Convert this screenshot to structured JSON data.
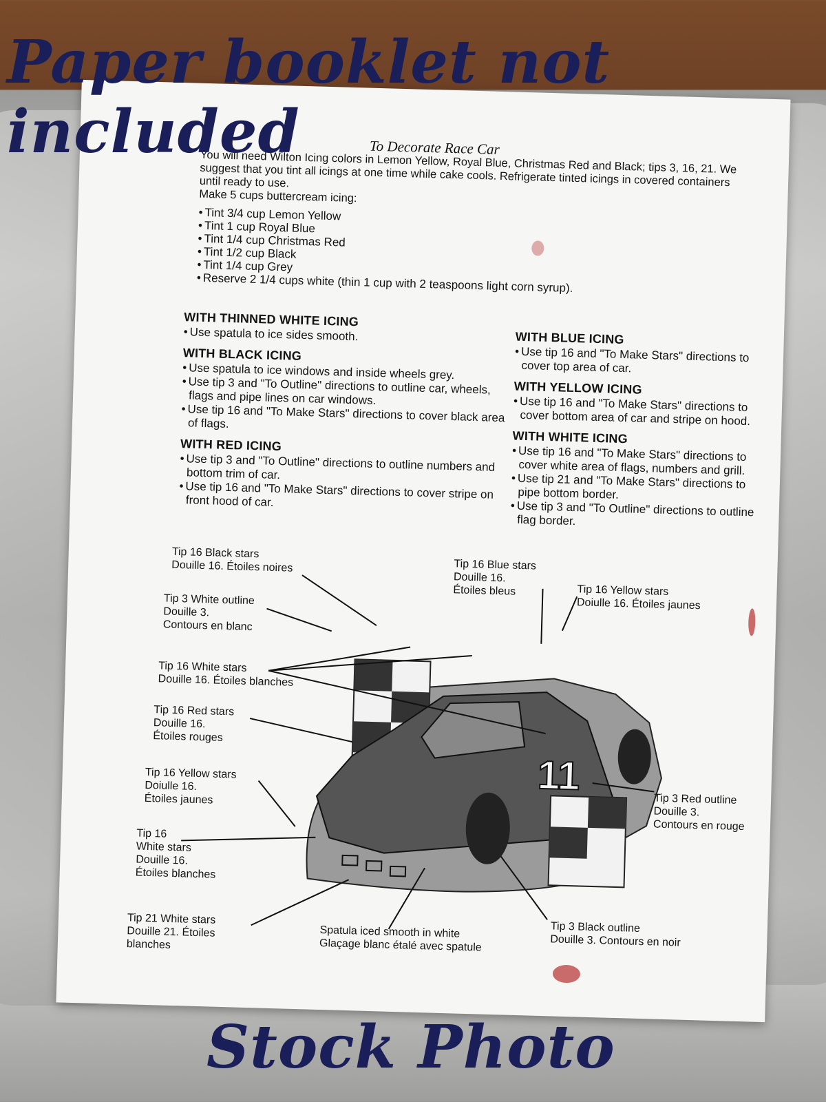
{
  "overlay": {
    "top_banner": "Paper booklet not included",
    "bottom_banner": "Stock Photo"
  },
  "booklet": {
    "title": "To Decorate Race Car",
    "intro": "You will need Wilton Icing colors in Lemon Yellow, Royal Blue, Christmas Red and Black; tips 3, 16, 21. We suggest that you tint all icings at one time while cake cools. Refrigerate tinted icings in covered containers until ready to use.",
    "make_line": "Make 5 cups buttercream icing:",
    "tints": [
      "Tint 3/4 cup Lemon Yellow",
      "Tint 1 cup Royal Blue",
      "Tint 1/4 cup Christmas Red",
      "Tint 1/2 cup Black",
      "Tint 1/4 cup Grey",
      "Reserve 2 1/4 cups white (thin 1 cup with 2 teaspoons light corn syrup)."
    ],
    "left_sections": [
      {
        "heading": "WITH THINNED WHITE ICING",
        "steps": [
          "Use spatula to ice sides smooth."
        ]
      },
      {
        "heading": "WITH BLACK ICING",
        "steps": [
          "Use spatula to ice windows and inside wheels grey.",
          "Use tip 3 and \"To Outline\" directions to outline car, wheels, flags and pipe lines on car windows.",
          "Use tip 16 and \"To Make Stars\" directions to cover black area of flags."
        ]
      },
      {
        "heading": "WITH RED ICING",
        "steps": [
          "Use tip 3 and \"To Outline\" directions to outline numbers and bottom trim of car.",
          "Use tip 16 and \"To Make Stars\" directions to cover stripe on front hood of car."
        ]
      }
    ],
    "right_sections": [
      {
        "heading": "WITH BLUE ICING",
        "steps": [
          "Use tip 16 and \"To Make Stars\" directions to cover top area of car."
        ]
      },
      {
        "heading": "WITH YELLOW ICING",
        "steps": [
          "Use tip 16 and \"To Make Stars\" directions to cover bottom area of car and stripe on hood."
        ]
      },
      {
        "heading": "WITH WHITE ICING",
        "steps": [
          "Use tip 16 and \"To Make Stars\" directions to cover white area of flags, numbers and grill.",
          "Use tip 21 and \"To Make Stars\" directions to pipe bottom border.",
          "Use tip 3 and \"To Outline\" directions to outline flag border."
        ]
      }
    ],
    "labels": {
      "black_stars": "Tip 16 Black stars\nDouille 16.  Étoiles noires",
      "white_outline": "Tip 3 White outline\nDouille 3.\nContours en blanc",
      "white_stars_1": "Tip 16 White stars\nDouille  16. Étoiles blanches",
      "red_stars": "Tip 16 Red stars\nDouille 16.\nÉtoiles rouges",
      "yellow_stars_1": "Tip 16 Yellow stars\nDoiulle 16.\nÉtoiles jaunes",
      "white_stars_2": "Tip 16\nWhite stars\nDouille  16.\nÉtoiles blanches",
      "tip21": "Tip 21 White stars\nDouille 21.  Étoiles\nblanches",
      "spatula": "Spatula iced smooth in white\nGlaçage blanc étalé avec spatule",
      "black_outline": "Tip 3 Black outline\nDouille 3. Contours en noir",
      "red_outline": "Tip 3 Red outline\nDouille 3.\nContours en rouge",
      "blue_stars": "Tip 16 Blue stars\nDouille 16.\nÉtoiles bleus",
      "yellow_stars_2": "Tip 16 Yellow stars\nDoiulle 16.  Étoiles jaunes",
      "car_number": "11"
    }
  }
}
